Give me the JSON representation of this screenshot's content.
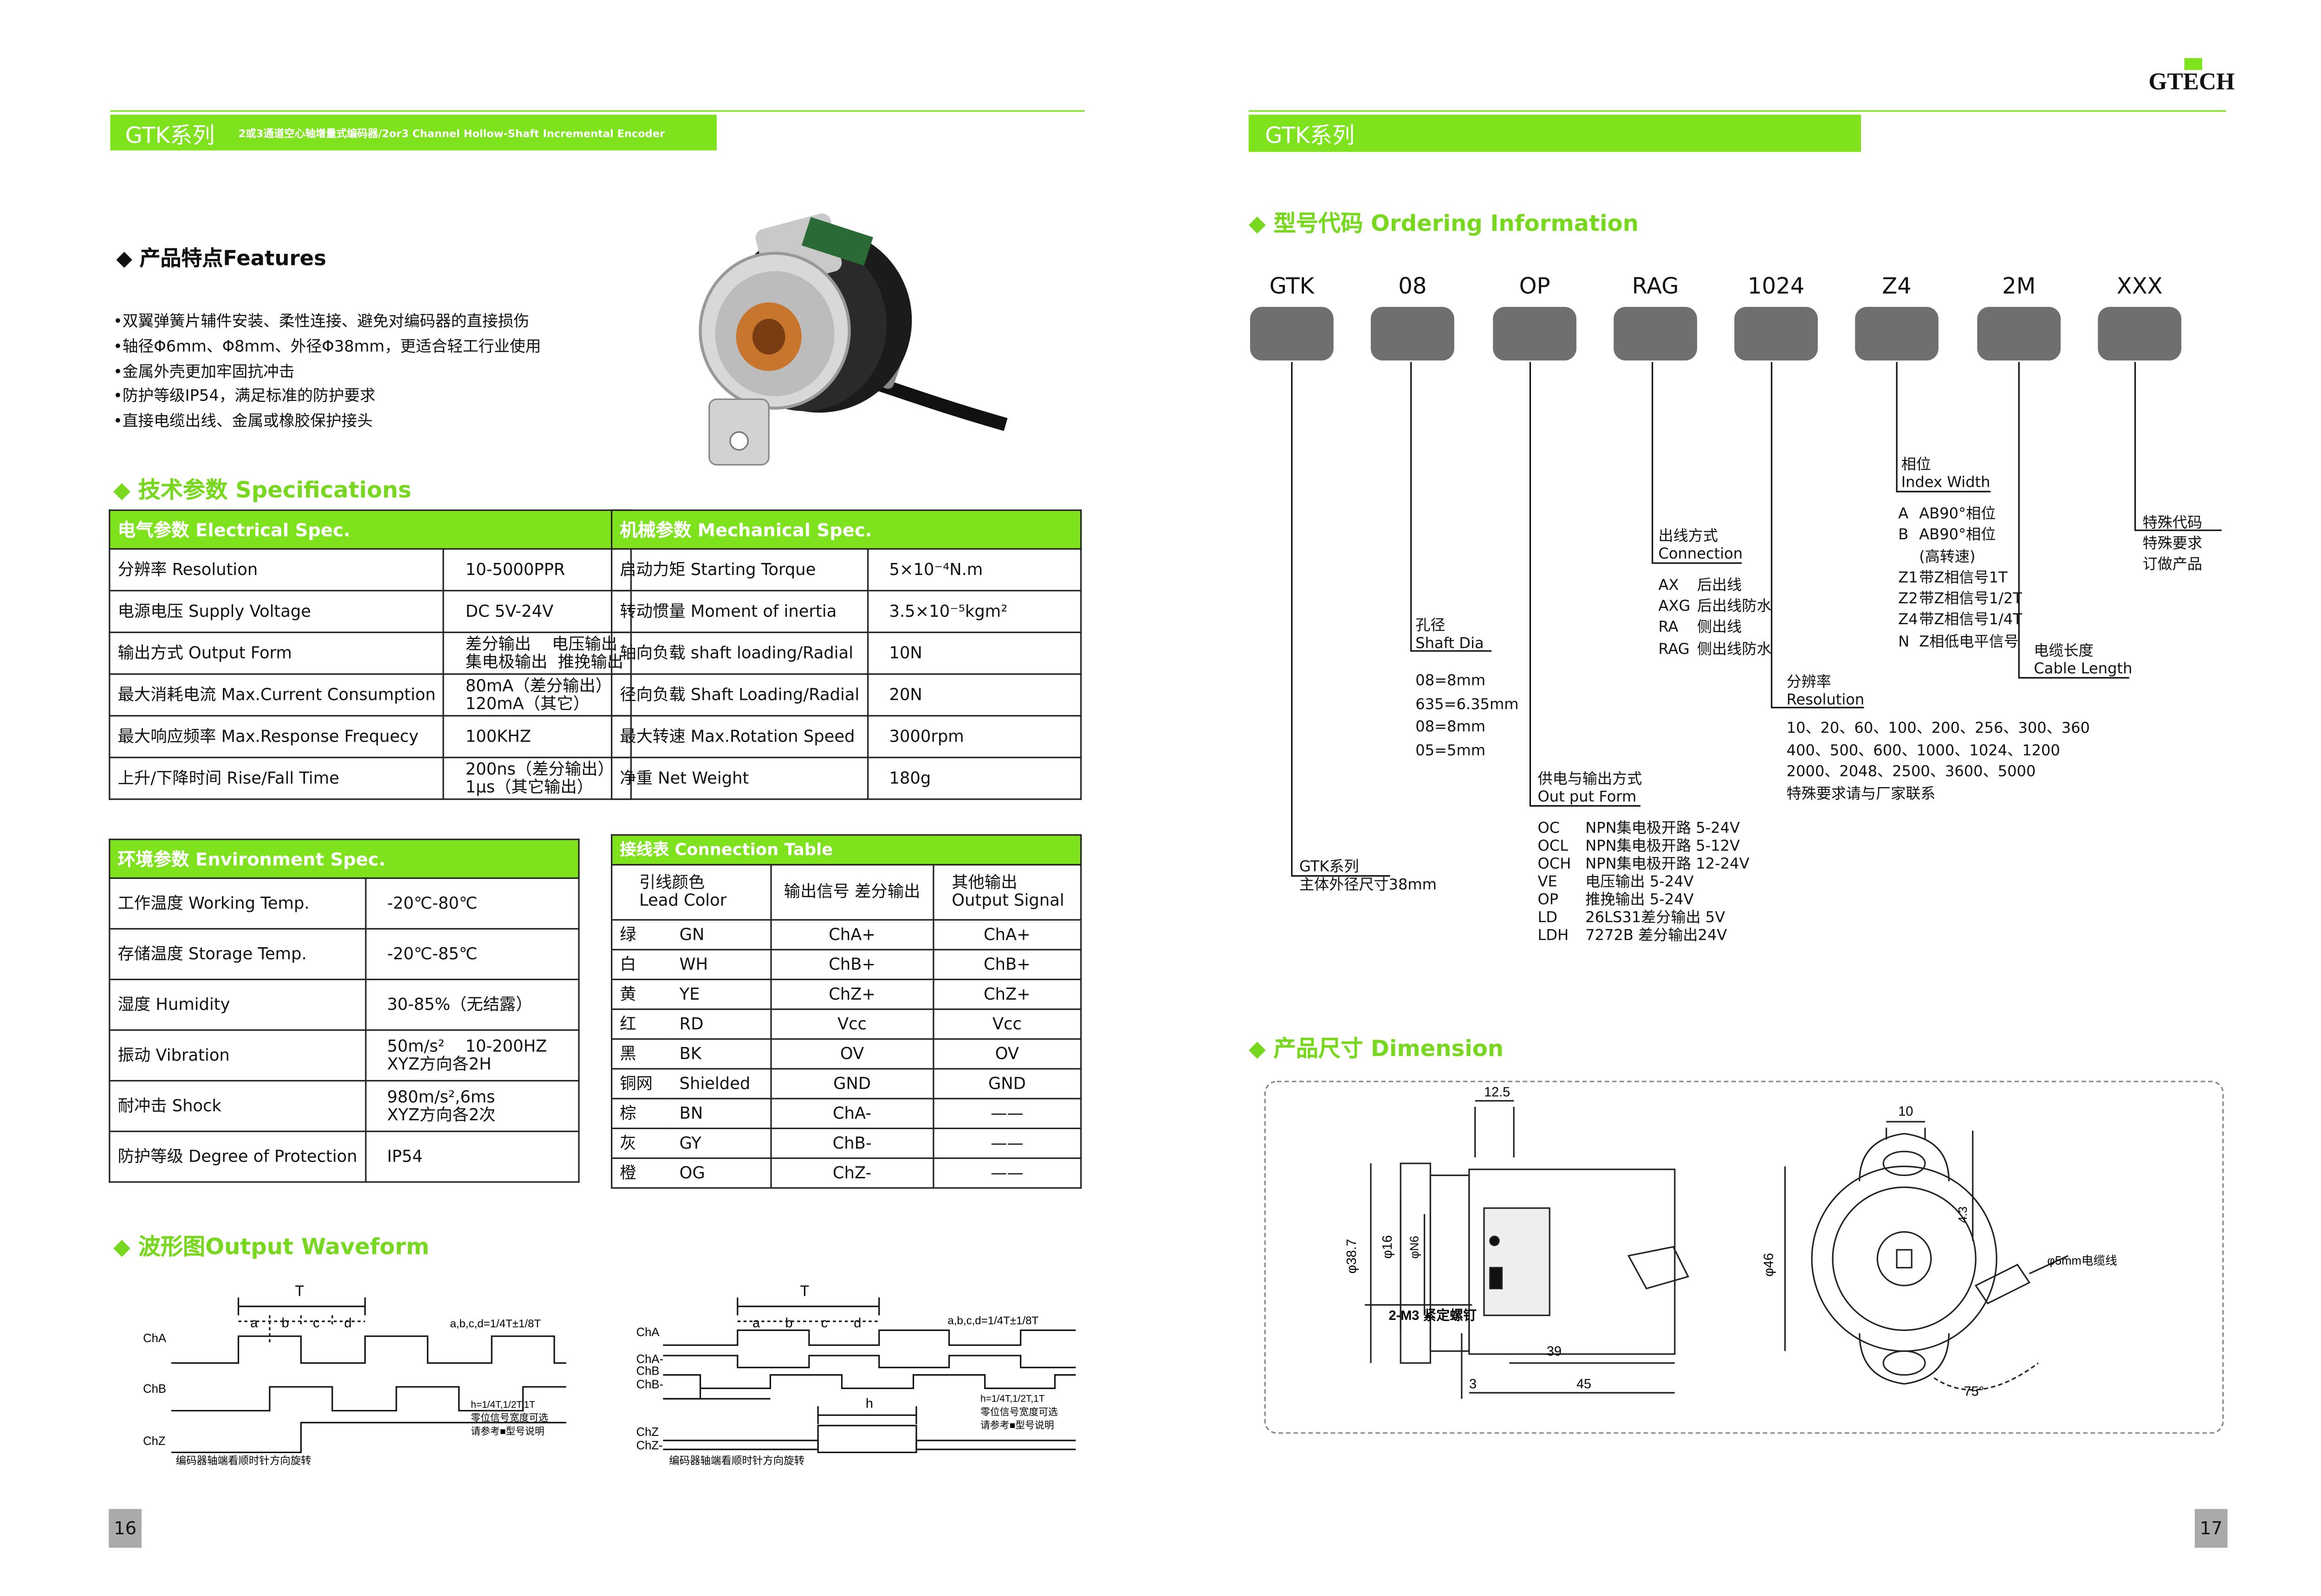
{
  "left": {
    "header": {
      "series": "GTK系列",
      "subtitle": "2或3通道空心轴增量式编码器/2or3 Channel Hollow-Shaft Incremental Encoder"
    },
    "features": {
      "title": "产品特点Features",
      "items": [
        "•双翼弹簧片辅件安装、柔性连接、避免对编码器的直接损伤",
        "•轴径Φ6mm、Φ8mm、外径Φ38mm，更适合轻工行业使用",
        "•金属外壳更加牢固抗冲击",
        "•防护等级IP54，满足标准的防护要求",
        "•直接电缆出线、金属或橡胶保护接头"
      ]
    },
    "spec_title": "技术参数 Specifications",
    "electrical": {
      "title": "电气参数 Electrical Spec.",
      "rows": [
        {
          "k": "分辨率 Resolution",
          "v": "10-5000PPR"
        },
        {
          "k": "电源电压 Supply Voltage",
          "v": "DC 5V-24V"
        },
        {
          "k": "输出方式 Output Form",
          "v": "差分输出    电压输出\n集电极输出  推挽输出"
        },
        {
          "k": "最大消耗电流 Max.Current Consumption",
          "v": "80mA（差分输出）\n120mA（其它）"
        },
        {
          "k": "最大响应频率 Max.Response Frequecy",
          "v": "100KHZ"
        },
        {
          "k": "上升/下降时间 Rise/Fall Time",
          "v": "200ns（差分输出）\n1μs（其它输出）"
        }
      ]
    },
    "mechanical": {
      "title": "机械参数 Mechanical Spec.",
      "rows": [
        {
          "k": "启动力矩 Starting Torque",
          "v": "5×10⁻⁴N.m"
        },
        {
          "k": "转动惯量 Moment of inertia",
          "v": "3.5×10⁻⁵kgm²"
        },
        {
          "k": "轴向负载 shaft loading/Radial",
          "v": "10N"
        },
        {
          "k": "径向负载 Shaft Loading/Radial",
          "v": "20N"
        },
        {
          "k": "最大转速 Max.Rotation Speed",
          "v": "3000rpm"
        },
        {
          "k": "净重 Net Weight",
          "v": "180g"
        }
      ]
    },
    "environment": {
      "title": "环境参数 Environment Spec.",
      "rows": [
        {
          "k": "工作温度  Working Temp.",
          "v": "-20℃-80℃"
        },
        {
          "k": "存储温度 Storage Temp.",
          "v": "-20℃-85℃"
        },
        {
          "k": "湿度 Humidity",
          "v": "30-85%（无结露）"
        },
        {
          "k": "振动 Vibration",
          "v": "50m/s²    10-200HZ\nXYZ方向各2H"
        },
        {
          "k": "耐冲击 Shock",
          "v": "980m/s²,6ms\nXYZ方向各2次"
        },
        {
          "k": "防护等级 Degree of Protection",
          "v": "IP54"
        }
      ]
    },
    "connection": {
      "title": "接线表 Connection Table",
      "headers": [
        "引线颜色\nLead Color",
        "输出信号 差分输出",
        "其他输出\nOutput Signal"
      ],
      "rows": [
        [
          "绿",
          "GN",
          "ChA+",
          "ChA+"
        ],
        [
          "白",
          "WH",
          "ChB+",
          "ChB+"
        ],
        [
          "黄",
          "YE",
          "ChZ+",
          "ChZ+"
        ],
        [
          "红",
          "RD",
          "Vcc",
          "Vcc"
        ],
        [
          "黑",
          "BK",
          "OV",
          "OV"
        ],
        [
          "铜网",
          "Shielded",
          "GND",
          "GND"
        ],
        [
          "棕",
          "BN",
          "ChA-",
          "——"
        ],
        [
          "灰",
          "GY",
          "ChB-",
          "——"
        ],
        [
          "橙",
          "OG",
          "ChZ-",
          "——"
        ]
      ]
    },
    "waveform": {
      "title": "波形图Output Waveform",
      "T": "T",
      "a": "a",
      "b": "b",
      "c": "c",
      "d": "d",
      "h": "h",
      "left_labels": [
        "ChA",
        "ChB",
        "ChZ"
      ],
      "right_labels": [
        "ChA",
        "ChA-",
        "ChB",
        "ChB-",
        "ChZ",
        "ChZ-"
      ],
      "abcd_note": "a,b,c,d=1/4T±1/8T",
      "h_note": [
        "h=1/4T,1/2T,1T",
        "零位信号宽度可选",
        "请参考■型号说明"
      ],
      "caption": "编码器轴端看顺时针方向旋转"
    },
    "page": "16"
  },
  "right": {
    "brand": "GTECH",
    "header": {
      "series": "GTK系列"
    },
    "ordering": {
      "title": "型号代码 Ordering Information",
      "codes": [
        "GTK",
        "08",
        "OP",
        "RAG",
        "1024",
        "Z4",
        "2M",
        "XXX"
      ],
      "series": {
        "t1": "GTK系列",
        "t2": "主体外径尺寸38mm"
      },
      "shaft": {
        "t1": "孔径",
        "t2": "Shaft Dia",
        "items": [
          "08=8mm",
          "635=6.35mm",
          "08=8mm",
          "05=5mm"
        ]
      },
      "output": {
        "t1": "供电与输出方式",
        "t2": "Out put Form",
        "items": [
          [
            "OC",
            "NPN集电极开路 5-24V"
          ],
          [
            "OCL",
            "NPN集电极开路 5-12V"
          ],
          [
            "OCH",
            "NPN集电极开路 12-24V"
          ],
          [
            "VE",
            "电压输出 5-24V"
          ],
          [
            "OP",
            "推挽输出 5-24V"
          ],
          [
            "LD",
            "26LS31差分输出 5V"
          ],
          [
            "LDH",
            "7272B 差分输出24V"
          ]
        ]
      },
      "connection": {
        "t1": "出线方式",
        "t2": "Connection",
        "items": [
          [
            "AX",
            "后出线"
          ],
          [
            "AXG",
            "后出线防水"
          ],
          [
            "RA",
            "侧出线"
          ],
          [
            "RAG",
            "侧出线防水"
          ]
        ]
      },
      "resolution": {
        "t1": "分辨率",
        "t2": "Resolution",
        "items": [
          "10、20、60、100、200、256、300、360",
          "400、500、600、1000、1024、1200",
          "2000、2048、2500、3600、5000",
          "特殊要求请与厂家联系"
        ]
      },
      "index": {
        "t1": "相位",
        "t2": "Index Width",
        "items": [
          [
            "A",
            "AB90°相位"
          ],
          [
            "B",
            "AB90°相位"
          ],
          [
            "",
            "(高转速)"
          ],
          [
            "Z1",
            "带Z相信号1T"
          ],
          [
            "Z2",
            "带Z相信号1/2T"
          ],
          [
            "Z4",
            "带Z相信号1/4T"
          ],
          [
            "N",
            "Z相低电平信号"
          ]
        ]
      },
      "cable": {
        "t1": "电缆长度",
        "t2": "Cable Length"
      },
      "special": {
        "t1": "特殊代码",
        "items": [
          "特殊要求",
          "订做产品"
        ]
      }
    },
    "dimension": {
      "title": "产品尺寸 Dimension",
      "labels": {
        "d125": "12.5",
        "d387": "φ38.7",
        "d16": "φ16",
        "d6": "φN6",
        "m3": "2-M3 紧定螺钉",
        "d39": "39",
        "d3": "3",
        "d45": "45",
        "d10": "10",
        "d46": "φ46",
        "d43": "4.3",
        "cable": "φ5mm电缆线",
        "ang": "75°"
      }
    },
    "page": "17"
  }
}
